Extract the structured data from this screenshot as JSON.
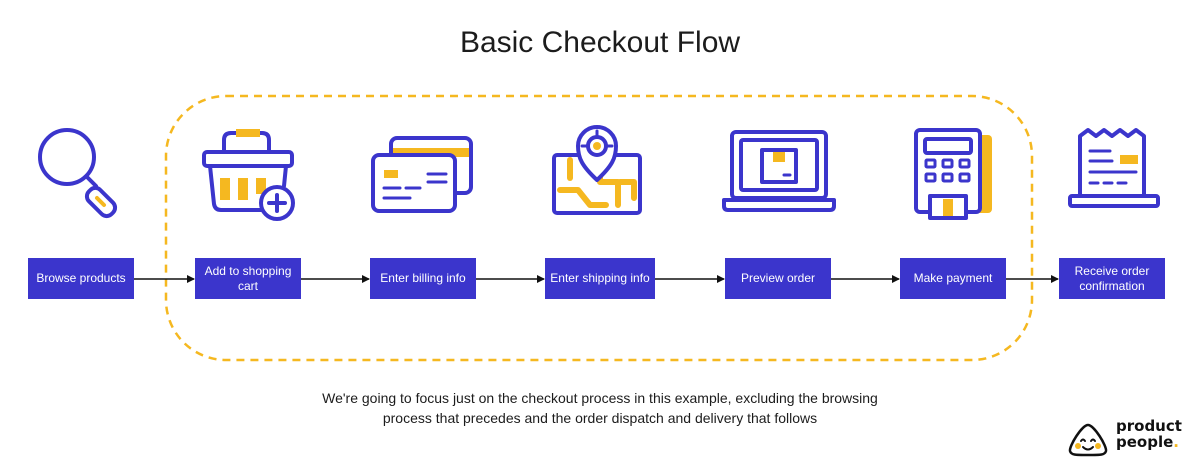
{
  "title": "Basic Checkout Flow",
  "colors": {
    "primary": "#3b35cc",
    "accent": "#f5b820",
    "text": "#1c1c1c"
  },
  "steps": [
    {
      "label": "Browse products",
      "icon": "magnifying-glass-icon"
    },
    {
      "label": "Add to shopping cart",
      "icon": "shopping-basket-add-icon"
    },
    {
      "label": "Enter billing info",
      "icon": "credit-cards-icon"
    },
    {
      "label": "Enter shipping info",
      "icon": "map-pin-icon"
    },
    {
      "label": "Preview order",
      "icon": "laptop-package-icon"
    },
    {
      "label": "Make payment",
      "icon": "card-terminal-icon"
    },
    {
      "label": "Receive order confirmation",
      "icon": "receipt-icon"
    }
  ],
  "caption": {
    "line1": "We're going to focus just on the checkout process in this example, excluding the browsing",
    "line2": "process that precedes and the order dispatch and delivery that follows"
  },
  "logo": {
    "line1": "product",
    "line2": "people",
    "dot": ".",
    "icon": "onigiri-smile-icon"
  }
}
